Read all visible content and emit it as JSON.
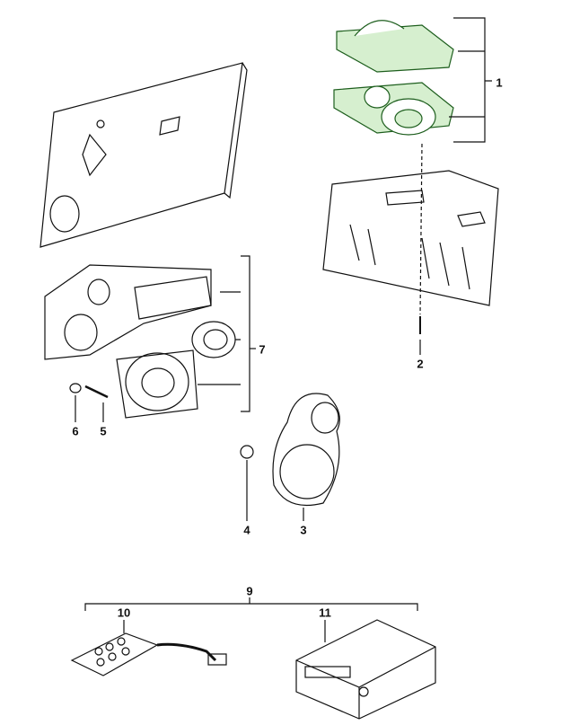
{
  "colors": {
    "line": "#111111",
    "highlight_fill": "#d6efcf",
    "highlight_stroke": "#1d5e1d"
  },
  "callouts": [
    {
      "id": "part-1",
      "label": "1"
    },
    {
      "id": "part-2",
      "label": "2"
    },
    {
      "id": "part-3",
      "label": "3"
    },
    {
      "id": "part-4",
      "label": "4"
    },
    {
      "id": "part-5",
      "label": "5"
    },
    {
      "id": "part-6",
      "label": "6"
    },
    {
      "id": "part-7",
      "label": "7"
    },
    {
      "id": "part-9",
      "label": "9"
    },
    {
      "id": "part-10",
      "label": "10"
    },
    {
      "id": "part-11",
      "label": "11"
    }
  ]
}
